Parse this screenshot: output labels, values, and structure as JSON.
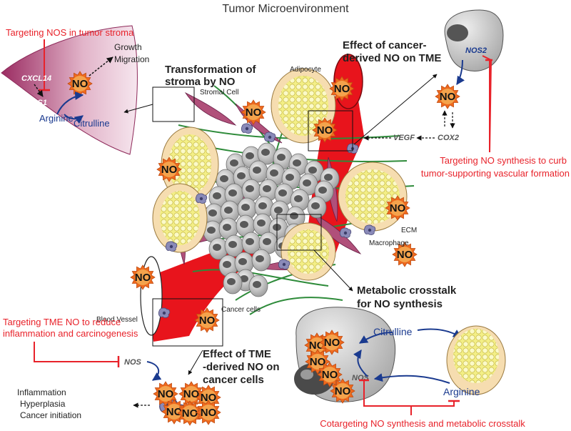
{
  "title": "Tumor Microenvironment",
  "targets": {
    "stroma": "Targeting NOS in tumor stroma",
    "vascular_line1": "Targeting NO synthesis to curb",
    "vascular_line2": "tumor-supporting vascular formation",
    "tme_line1": "Targeting TME NO to reduce",
    "tme_line2": "inflammation and carcinogenesis",
    "cotarget": "Cotargeting NO synthesis and metabolic crosstalk"
  },
  "headings": {
    "transformation_line1": "Transformation of",
    "transformation_line2": "stroma by NO",
    "effect_cancer_line1": "Effect of cancer-",
    "effect_cancer_line2": "derived NO on TME",
    "metabolic_line1": "Metabolic crosstalk",
    "metabolic_line2": "for NO synthesis",
    "effect_tme_line1": "Effect of TME",
    "effect_tme_line2": "-derived NO on",
    "effect_tme_line3": "cancer cells"
  },
  "labels": {
    "growth": "Growth",
    "migration": "Migration",
    "cxcl14": "CXCL14",
    "nos1": "NOS1",
    "arginine": "Arginine",
    "citrulline": "Citrulline",
    "stromal_cell": "Stromal Cell",
    "adipocyte": "Adipocyte",
    "nos2": "NOS2",
    "vegf": "VEGF",
    "cox2": "COX2",
    "ecm": "ECM",
    "macrophage": "Macrophage",
    "blood_vessel": "Blood Vessel",
    "cancer_cells": "Cancer cells",
    "nos": "NOS",
    "inflammation": "Inflammation",
    "hyperplasia": "Hyperplasia",
    "cancer_initiation": "Cancer initiation",
    "citrulline_2": "Citrulline",
    "arginine_2": "Arginine",
    "nos_2": "NOS",
    "no": "NO"
  },
  "colors": {
    "target_red": "#e8222a",
    "pathway_blue": "#1a3a8f",
    "no_orange": "#e37a22",
    "adipocyte_fill": "#f6ddb0",
    "fat_yellow": "#f3f08c",
    "vessel_red": "#e8141c",
    "stroma_pink": "#b0507a",
    "ecm_green": "#2e8b3a",
    "cell_gray": "#c8c8c8"
  }
}
